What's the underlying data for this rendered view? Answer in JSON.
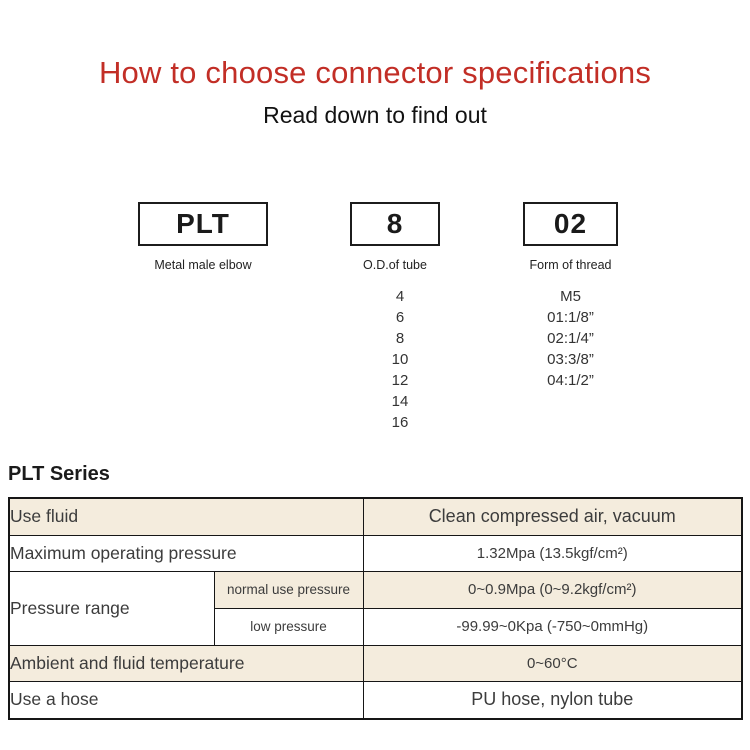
{
  "header": {
    "title": "How to choose connector specifications",
    "subtitle": "Read down to find out"
  },
  "selector": {
    "boxes": [
      {
        "code": "PLT",
        "label": "Metal male elbow"
      },
      {
        "code": "8",
        "label": "O.D.of tube"
      },
      {
        "code": "02",
        "label": "Form of thread"
      }
    ],
    "tube_options": [
      "4",
      "6",
      "8",
      "10",
      "12",
      "14",
      "16"
    ],
    "thread_options": [
      "M5",
      "01:1/8”",
      "02:1/4”",
      "03:3/8”",
      "04:1/2”"
    ]
  },
  "series": {
    "heading": "PLT Series"
  },
  "spec_table": {
    "rows": [
      {
        "label": "Use fluid",
        "value": "Clean compressed air, vacuum"
      },
      {
        "label": "Maximum operating pressure",
        "value": "1.32Mpa (13.5kgf/cm²)"
      },
      {
        "label": "Pressure range",
        "sub": [
          {
            "label": "normal use pressure",
            "value": "0~0.9Mpa (0~9.2kgf/cm²)"
          },
          {
            "label": "low pressure",
            "value": "-99.99~0Kpa (-750~0mmHg)"
          }
        ]
      },
      {
        "label": "Ambient and fluid temperature",
        "value": "0~60°C"
      },
      {
        "label": "Use a hose",
        "value": "PU hose, nylon tube"
      }
    ]
  },
  "colors": {
    "title_red": "#c22e26",
    "row_beige": "#f4ecdd",
    "table_border": "#161616",
    "text_dark": "#3c3c3c"
  }
}
